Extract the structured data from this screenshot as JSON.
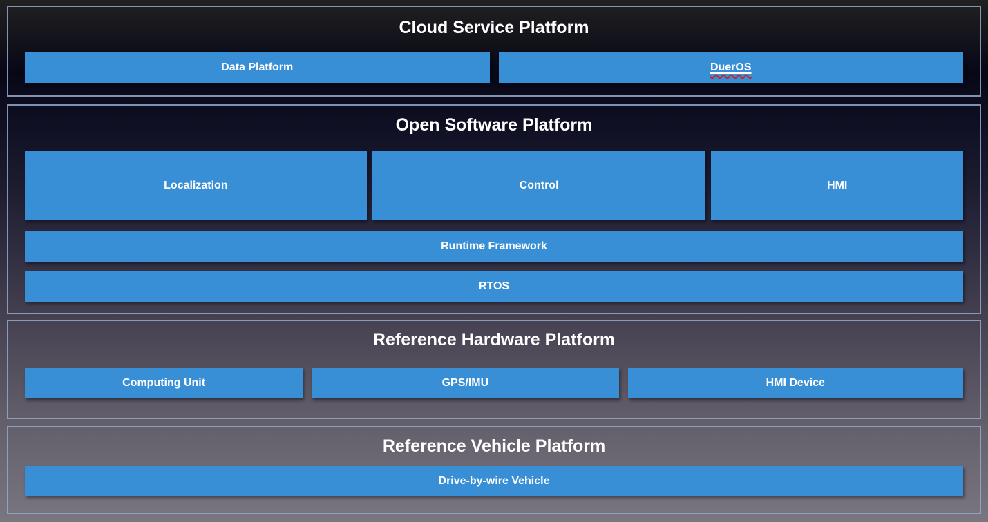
{
  "diagram": {
    "sections": [
      {
        "title": "Cloud Service Platform",
        "boxes": [
          {
            "label": "Data Platform"
          },
          {
            "label": "DuerOS",
            "spellcheck_marked": true
          }
        ]
      },
      {
        "title": "Open Software Platform",
        "boxes": [
          {
            "label": "Localization"
          },
          {
            "label": "Control"
          },
          {
            "label": "HMI"
          },
          {
            "label": "Runtime Framework"
          },
          {
            "label": "RTOS"
          }
        ]
      },
      {
        "title": "Reference Hardware Platform",
        "boxes": [
          {
            "label": "Computing Unit"
          },
          {
            "label": "GPS/IMU"
          },
          {
            "label": "HMI Device"
          }
        ]
      },
      {
        "title": "Reference Vehicle Platform",
        "boxes": [
          {
            "label": "Drive-by-wire Vehicle"
          }
        ]
      }
    ],
    "colors": {
      "box_fill": "#398fd6",
      "section_border": "#94aacc",
      "title_text": "#ffffff",
      "box_text": "#ffffff",
      "spellcheck_underline": "#cf2222",
      "background_top": "#010103",
      "background_bottom": "#7a7680"
    }
  }
}
